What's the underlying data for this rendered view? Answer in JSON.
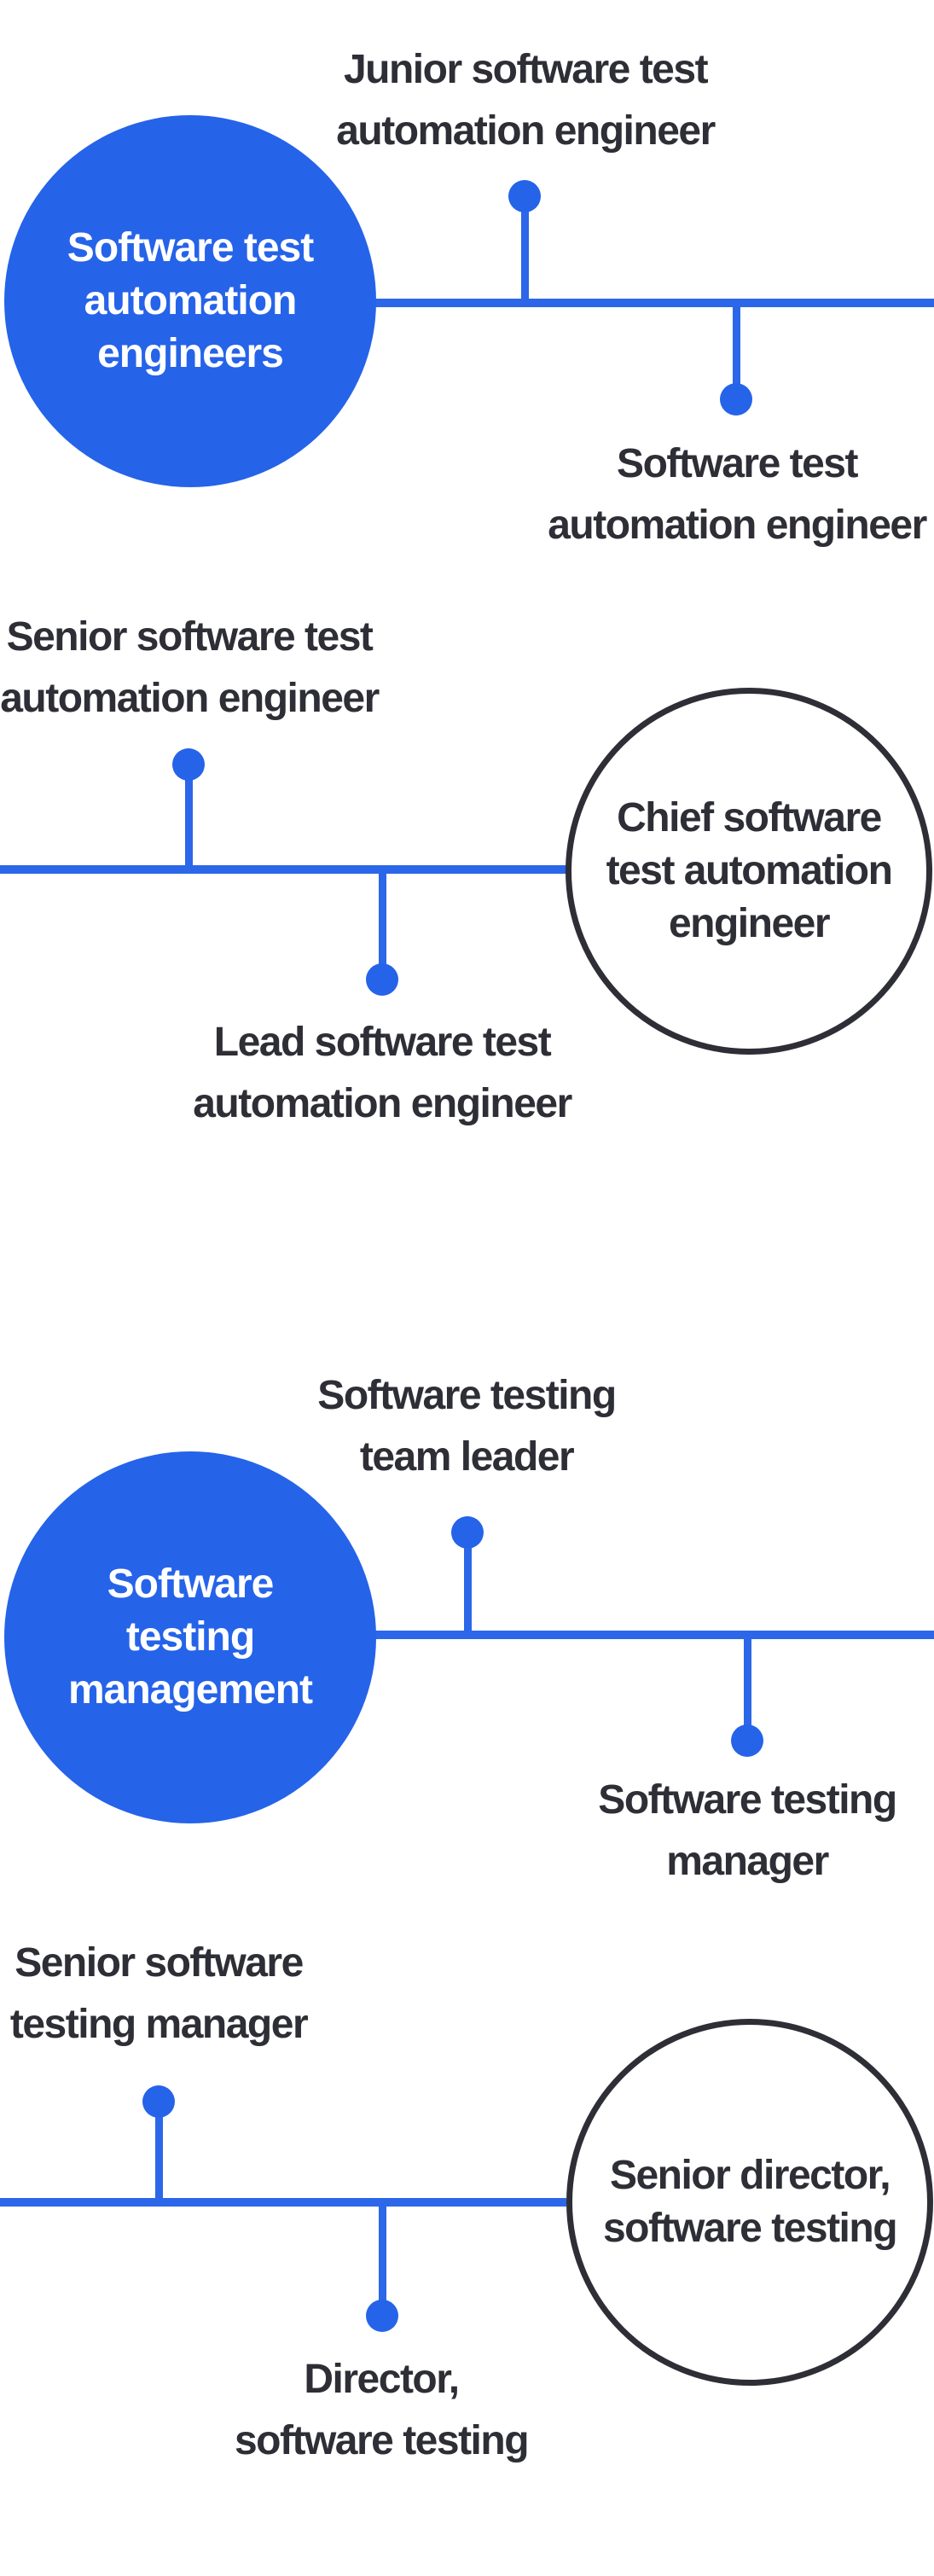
{
  "palette": {
    "accent_blue": "#2563e9",
    "line_blue": "#2b67e8",
    "dark_text": "#2e2e36",
    "hub_text": "#ffffff",
    "background": "#ffffff"
  },
  "sections": [
    {
      "hub": {
        "lines": [
          "Software test",
          "automation",
          "engineers"
        ]
      },
      "row1": {
        "above": {
          "lines": [
            "Junior software test",
            "automation engineer"
          ]
        },
        "below": {
          "lines": [
            "Software test",
            "automation engineer"
          ]
        }
      },
      "row2": {
        "above": {
          "lines": [
            "Senior software test",
            "automation engineer"
          ]
        },
        "below": {
          "lines": [
            "Lead software test",
            "automation engineer"
          ]
        }
      },
      "peak": {
        "lines": [
          "Chief software",
          "test automation",
          "engineer"
        ]
      }
    },
    {
      "hub": {
        "lines": [
          "Software",
          "testing",
          "management"
        ]
      },
      "row1": {
        "above": {
          "lines": [
            "Software testing",
            "team leader"
          ]
        },
        "below": {
          "lines": [
            "Software testing",
            "manager"
          ]
        }
      },
      "row2": {
        "above": {
          "lines": [
            "Senior software",
            "testing manager"
          ]
        },
        "below": {
          "lines": [
            "Director,",
            "software testing"
          ]
        }
      },
      "peak": {
        "lines": [
          "Senior director,",
          "software testing"
        ]
      }
    }
  ]
}
